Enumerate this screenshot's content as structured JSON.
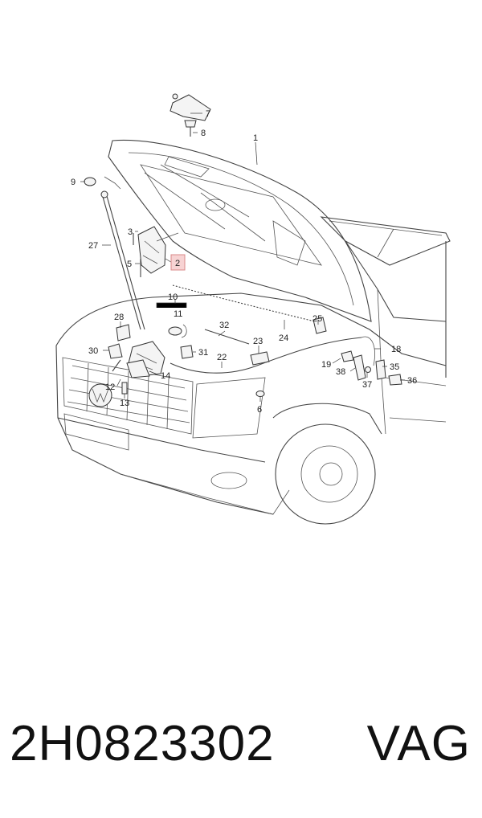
{
  "callouts": [
    {
      "id": "c1",
      "text": "1"
    },
    {
      "id": "c2",
      "text": "2"
    },
    {
      "id": "c3",
      "text": "3"
    },
    {
      "id": "c5",
      "text": "5"
    },
    {
      "id": "c6",
      "text": "6"
    },
    {
      "id": "c7",
      "text": "7"
    },
    {
      "id": "c8",
      "text": "8"
    },
    {
      "id": "c9",
      "text": "9"
    },
    {
      "id": "c10",
      "text": "10"
    },
    {
      "id": "c11",
      "text": "11"
    },
    {
      "id": "c12",
      "text": "12"
    },
    {
      "id": "c13",
      "text": "13"
    },
    {
      "id": "c14",
      "text": "14"
    },
    {
      "id": "c18",
      "text": "18"
    },
    {
      "id": "c19",
      "text": "19"
    },
    {
      "id": "c22",
      "text": "22"
    },
    {
      "id": "c23",
      "text": "23"
    },
    {
      "id": "c24",
      "text": "24"
    },
    {
      "id": "c25",
      "text": "25"
    },
    {
      "id": "c27",
      "text": "27"
    },
    {
      "id": "c28",
      "text": "28"
    },
    {
      "id": "c30",
      "text": "30"
    },
    {
      "id": "c31",
      "text": "31"
    },
    {
      "id": "c32",
      "text": "32"
    },
    {
      "id": "c35",
      "text": "35"
    },
    {
      "id": "c36",
      "text": "36"
    },
    {
      "id": "c37",
      "text": "37"
    },
    {
      "id": "c38",
      "text": "38"
    }
  ],
  "highlighted_part": "2",
  "footer": {
    "part_number": "2H0823302",
    "brand": "VAG"
  },
  "colors": {
    "highlight": "#f7d3d3",
    "lines": "#444444"
  }
}
